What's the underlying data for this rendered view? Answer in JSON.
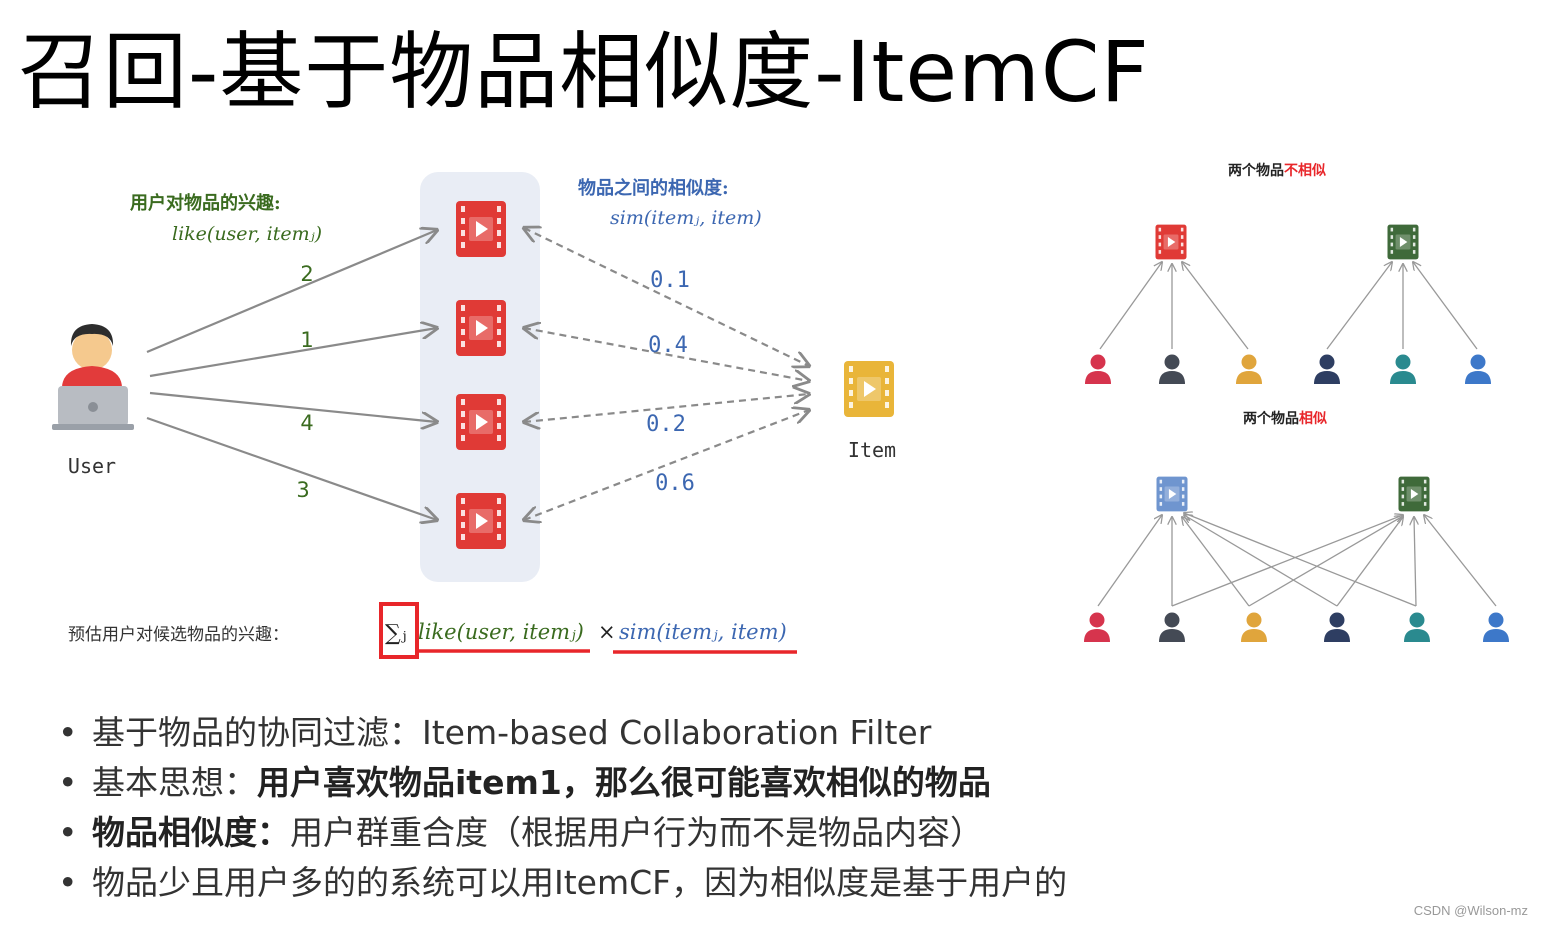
{
  "title": "召回-基于物品相似度-ItemCF",
  "diagram": {
    "interest_label": "用户对物品的兴趣:",
    "interest_formula": "like(user, itemⱼ)",
    "similarity_label": "物品之间的相似度:",
    "similarity_formula": "sim(itemⱼ, item)",
    "user_label": "User",
    "item_label": "Item",
    "weights": [
      "2",
      "1",
      "4",
      "3"
    ],
    "similarities": [
      "0.1",
      "0.4",
      "0.2",
      "0.6"
    ],
    "estimate_label": "预估用户对候选物品的兴趣：",
    "formula_sum": "∑ⱼ",
    "formula_like": "like(user, itemⱼ)",
    "formula_times": "×",
    "formula_sim": "sim(itemⱼ, item)"
  },
  "right_panel": {
    "not_similar_prefix": "两个物品",
    "not_similar_highlight": "不相似",
    "similar_prefix": "两个物品",
    "similar_highlight": "相似"
  },
  "bullets": [
    {
      "prefix": "基于物品的协同过滤：Item-based Collaboration Filter",
      "bold": "",
      "suffix": ""
    },
    {
      "prefix": "基本思想：",
      "bold": "用户喜欢物品item1，那么很可能喜欢相似的物品",
      "suffix": ""
    },
    {
      "prefix": "",
      "bold": "物品相似度：",
      "suffix": "用户群重合度（根据用户行为而不是物品内容）"
    },
    {
      "prefix": "物品少且用户多的的系统可以用ItemCF，因为相似度是基于用户的",
      "bold": "",
      "suffix": ""
    }
  ],
  "watermark": "CSDN @Wilson-mz",
  "colors": {
    "green_text": "#3a6b1f",
    "blue_text": "#3c67b1",
    "red_highlight": "#e8262a",
    "video_red": "#e03a36",
    "video_green": "#3f6a3a",
    "video_blue": "#6f95cf",
    "video_yellow": "#e9b539",
    "panel_bg": "#e9edf5",
    "arrow_gray": "#8a8a8a"
  }
}
